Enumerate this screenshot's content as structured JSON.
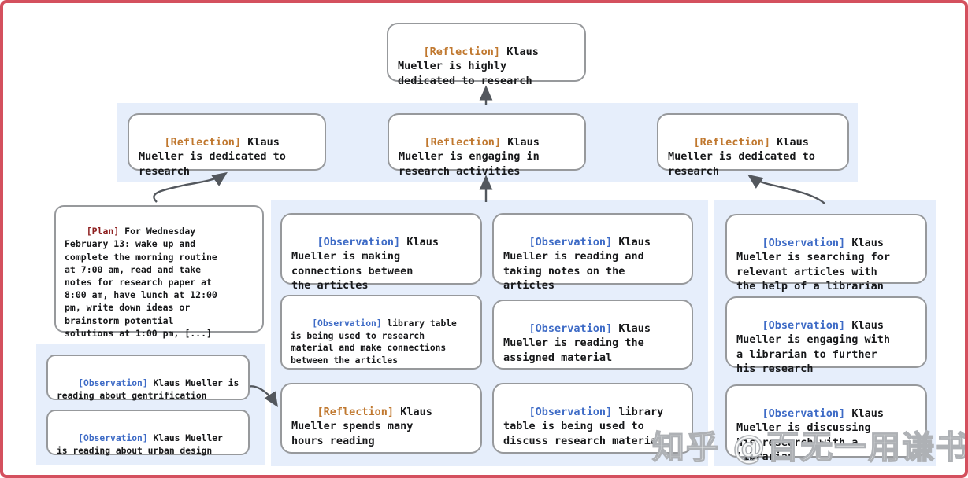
{
  "watermark": "知乎 @百无一用谦书生",
  "colors": {
    "frame_border": "#d4505e",
    "band_background": "#e6eefb",
    "box_border": "#97999c",
    "body_text": "#17181a",
    "reflection_tag": "#c0782f",
    "observation_tag": "#3e6bc6",
    "plan_tag": "#8e2020",
    "arrow": "#53575d"
  },
  "nodes": {
    "root": {
      "tag": "[Reflection]",
      "text": " Klaus\nMueller is highly\ndedicated to research"
    },
    "reflection_left": {
      "tag": "[Reflection]",
      "text": " Klaus\nMueller is dedicated to\nresearch"
    },
    "reflection_mid": {
      "tag": "[Reflection]",
      "text": " Klaus\nMueller is engaging in\nresearch activities"
    },
    "reflection_right": {
      "tag": "[Reflection]",
      "text": " Klaus\nMueller is dedicated to\nresearch"
    },
    "plan": {
      "tag": "[Plan]",
      "text": " For Wednesday\nFebruary 13: wake up and\ncomplete the morning routine\nat 7:00 am, read and take\nnotes for research paper at\n8:00 am, have lunch at 12:00\npm, write down ideas or\nbrainstorm potential\nsolutions at 1:00 pm, [...]"
    },
    "obs_gentrification": {
      "tag": "[Observation]",
      "text": " Klaus Mueller is\nreading about gentrification"
    },
    "obs_urban_design": {
      "tag": "[Observation]",
      "text": " Klaus Mueller\nis reading about urban design"
    },
    "obs_connections": {
      "tag": "[Observation]",
      "text": " Klaus\nMueller is making\nconnections between\nthe articles"
    },
    "obs_library_research": {
      "tag": "[Observation]",
      "text": " library table\nis being used to research\nmaterial and make connections\nbetween the articles"
    },
    "reflection_hours": {
      "tag": "[Reflection]",
      "text": " Klaus\nMueller spends many\nhours reading"
    },
    "obs_taking_notes": {
      "tag": "[Observation]",
      "text": " Klaus\nMueller is reading and\ntaking notes on the\narticles"
    },
    "obs_assigned_material": {
      "tag": "[Observation]",
      "text": " Klaus\nMueller is reading the\nassigned material"
    },
    "obs_library_discuss": {
      "tag": "[Observation]",
      "text": " library\ntable is being used to\ndiscuss research material"
    },
    "obs_searching_articles": {
      "tag": "[Observation]",
      "text": " Klaus\nMueller is searching for\nrelevant articles with\nthe help of a librarian"
    },
    "obs_engaging_librarian": {
      "tag": "[Observation]",
      "text": " Klaus\nMueller is engaging with\na librarian to further\nhis research"
    },
    "obs_discussing_research": {
      "tag": "[Observation]",
      "text": " Klaus\nMueller is discussing\nhis research with a\nlibrarian"
    }
  }
}
